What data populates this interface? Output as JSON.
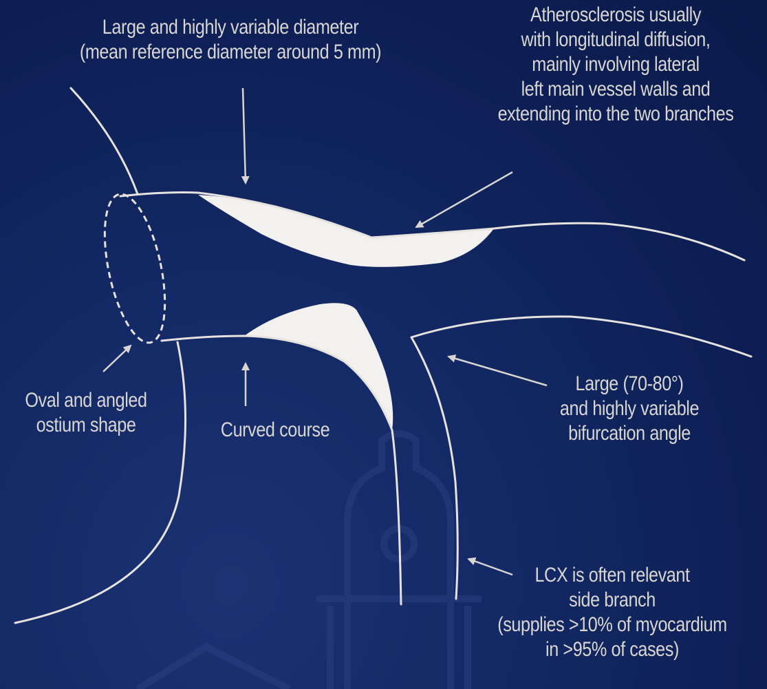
{
  "labels": {
    "diameter": [
      "Large and highly variable diameter",
      "(mean reference diameter around 5 mm)"
    ],
    "atherosclerosis": [
      "Atherosclerosis usually",
      "with longitudinal diffusion,",
      "mainly involving lateral",
      "left main vessel walls and",
      "extending into the two branches"
    ],
    "ostium": [
      "Oval and angled",
      "ostium shape"
    ],
    "course": [
      "Curved course"
    ],
    "angle": [
      "Large (70-80°)",
      "and highly variable",
      "bifurcation angle"
    ],
    "lcx": [
      "LCX is often relevant",
      "side branch",
      "(supplies >10% of myocardium",
      "in >95% of cases)"
    ]
  },
  "colors": {
    "line": "#e6e3df",
    "plaque": "#f2f1ef",
    "text": "#d9d6d2",
    "background": "#0d1f55"
  }
}
